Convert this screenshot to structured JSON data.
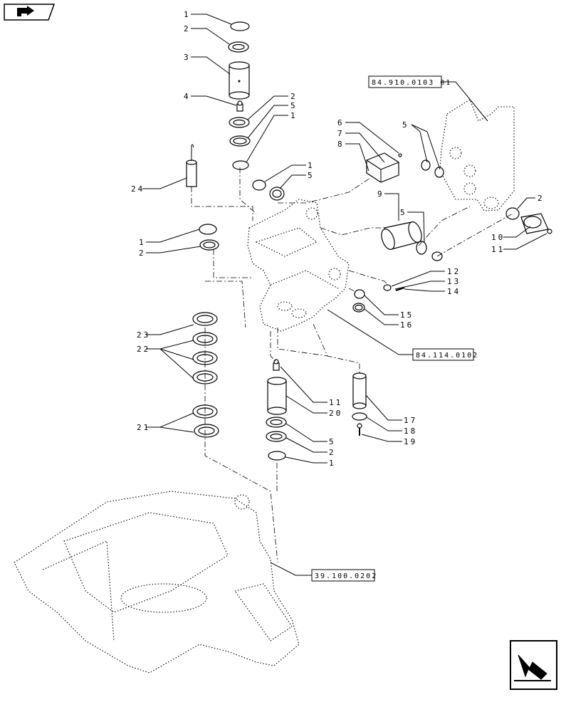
{
  "navigation": {
    "back_icon": "arrow-icon",
    "next_icon": "arrow-icon"
  },
  "references": [
    {
      "id": "ref-84910",
      "text": "84.910.0103 01"
    },
    {
      "id": "ref-84114",
      "text": "84.114.0102"
    },
    {
      "id": "ref-39100",
      "text": "39.100.0202"
    }
  ],
  "callouts": [
    "1",
    "2",
    "3",
    "4",
    "2",
    "5",
    "1",
    "24",
    "1",
    "5",
    "6",
    "7",
    "8",
    "9",
    "5",
    "5",
    "2",
    "10",
    "11",
    "1",
    "2",
    "12",
    "13",
    "14",
    "15",
    "16",
    "23",
    "22",
    "21",
    "11",
    "20",
    "5",
    "2",
    "1",
    "17",
    "18",
    "19"
  ]
}
